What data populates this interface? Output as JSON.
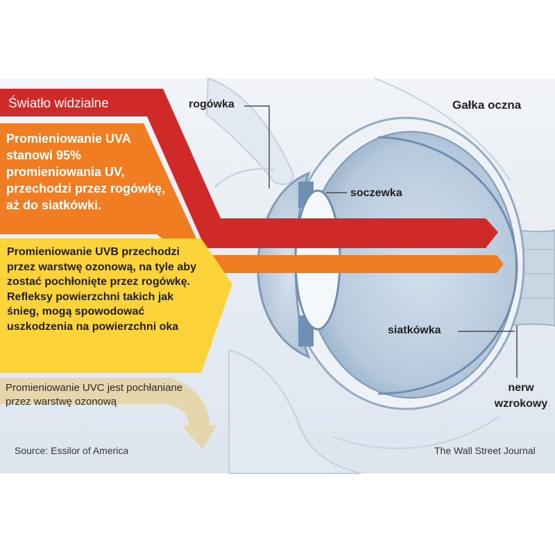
{
  "title": "Gałka oczna",
  "bands": {
    "visible_light": {
      "label": "Światło widzialne",
      "color": "#cf2a27"
    },
    "uva": {
      "text": "Promieniowanie UVA stanowi 95% promieniowania UV, przechodzi przez rogówkę, aż do siatkówki.",
      "color": "#f07d22"
    },
    "uvb": {
      "text": "Promieniowanie UVB przechodzi przez warstwę ozonową, na tyle aby zostać pochłonięte przez rogówkę. Refleksy powierzchni takich jak śnieg, mogą spowodować uszkodzenia na powierzchni oka",
      "color": "#fcd43a"
    },
    "uvc": {
      "text": "Promieniowanie UVC jest pochłaniane przez warstwę ozonową",
      "color": "#e6d6ad"
    }
  },
  "labels": {
    "cornea": "rogówka",
    "lens": "soczewka",
    "retina": "siatkówka",
    "optic_nerve": "nerw wzrokowy"
  },
  "footer": {
    "source": "Source: Essilor of America",
    "credit": "The Wall Street Journal"
  }
}
